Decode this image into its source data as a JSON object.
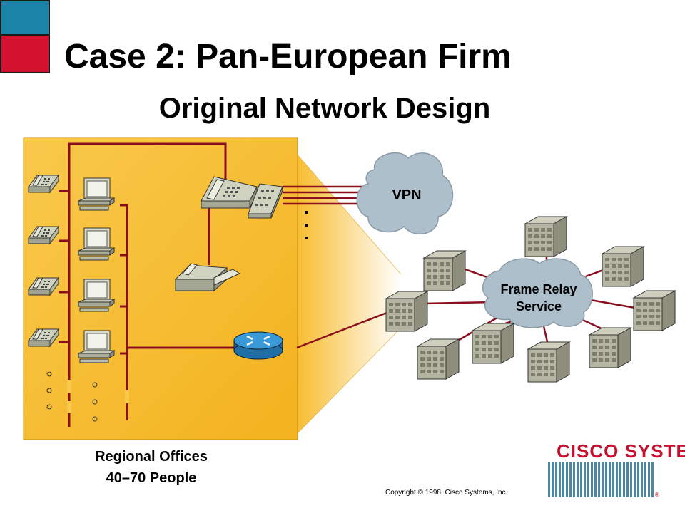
{
  "title": "Case 2: Pan-European Firm",
  "subtitle": "Original Network Design",
  "regional_caption_line1": "Regional Offices",
  "regional_caption_line2": "40–70 People",
  "vpn_label": "VPN",
  "frame_relay_line1": "Frame Relay",
  "frame_relay_line2": "Service",
  "copyright": "Copyright © 1998, Cisco Systems, Inc.",
  "logo_text": "CISCO SYSTEMS",
  "logo_tm": "®",
  "colors": {
    "corner_blue": "#1a84a8",
    "corner_red": "#d2122e",
    "office_panel": "#f7b924",
    "link_red": "#8b0e1e",
    "cloud": "#aebfcc",
    "router": "#2a86c4",
    "building": "#b4b4a2",
    "logo_red": "#c8102e"
  },
  "icons": [
    "telephone-icon",
    "computer-icon",
    "pbx-phone-icon",
    "fax-icon",
    "router-icon",
    "building-icon",
    "cloud-icon"
  ]
}
